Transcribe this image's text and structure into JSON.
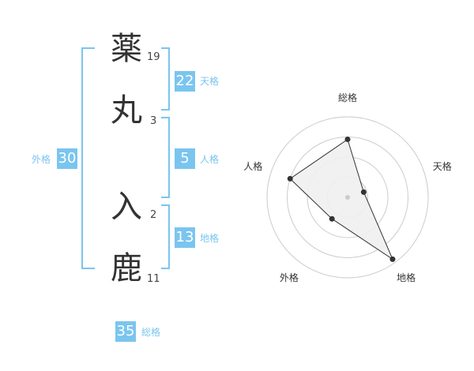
{
  "name": {
    "characters": [
      {
        "char": "薬",
        "strokes": "19"
      },
      {
        "char": "丸",
        "strokes": "3"
      },
      {
        "char": "入",
        "strokes": "2"
      },
      {
        "char": "鹿",
        "strokes": "11"
      }
    ]
  },
  "scores": {
    "tenkaku": {
      "value": "22",
      "label": "天格"
    },
    "jinkaku": {
      "value": "5",
      "label": "人格"
    },
    "chikaku": {
      "value": "13",
      "label": "地格"
    },
    "gaikaku": {
      "value": "30",
      "label": "外格"
    },
    "soukaku": {
      "value": "35",
      "label": "総格"
    }
  },
  "colors": {
    "accent": "#7ac5ef",
    "kanji_text": "#333333",
    "radar_grid": "#cccccc",
    "radar_fill": "#f0f0f0"
  },
  "chart_data": {
    "type": "radar",
    "axes": [
      "総格",
      "天格",
      "地格",
      "外格",
      "人格"
    ],
    "values": [
      0.72,
      0.21,
      0.95,
      0.33,
      0.75
    ],
    "range": [
      0,
      1
    ],
    "rings": 4
  }
}
